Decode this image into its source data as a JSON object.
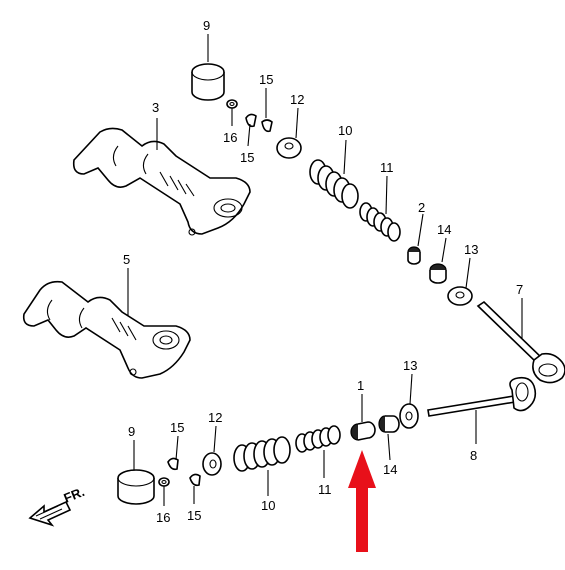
{
  "direction_label": "FR.",
  "callouts": {
    "upper_9": "9",
    "upper_3": "3",
    "upper_15a": "15",
    "upper_16": "16",
    "upper_15b": "15",
    "upper_12": "12",
    "upper_10": "10",
    "upper_11": "11",
    "upper_2": "2",
    "upper_14": "14",
    "upper_13": "13",
    "upper_7": "7",
    "mid_5": "5",
    "lower_1": "1",
    "lower_13": "13",
    "lower_8": "8",
    "lower_14": "14",
    "lower_12": "12",
    "lower_9": "9",
    "lower_15a": "15",
    "lower_15b": "15",
    "lower_16": "16",
    "lower_10": "10",
    "lower_11": "11"
  },
  "colors": {
    "highlight_arrow": "#e8101a",
    "ink": "#000000"
  },
  "highlight": {
    "target_part": "1"
  }
}
